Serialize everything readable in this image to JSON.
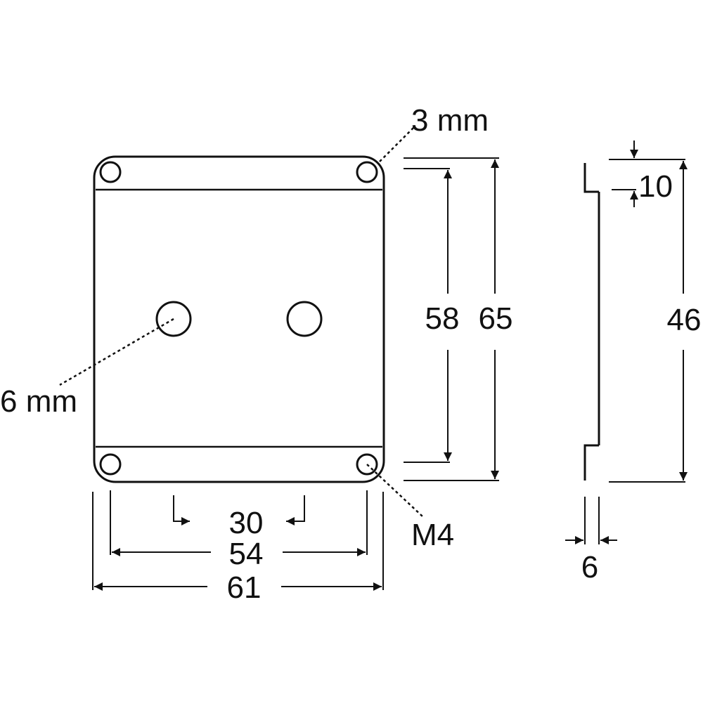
{
  "labels": {
    "corner_radius": "3 mm",
    "hole_diameter": "6 mm",
    "thread": "M4",
    "dim_58": "58",
    "dim_65": "65",
    "dim_46": "46",
    "dim_10": "10",
    "dim_30": "30",
    "dim_54": "54",
    "dim_61": "61",
    "dim_6": "6"
  }
}
